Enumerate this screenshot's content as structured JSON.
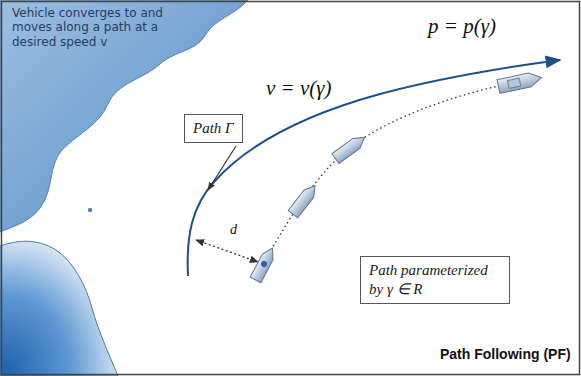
{
  "diagram": {
    "nodes": [
      {
        "text": [
          "Path Γ"
        ]
      },
      {
        "text": [
          "Path parameterized by γ ∈ R"
        ]
      }
    ],
    "labels": [
      "Vehicle converges to and moves along a path at a desired speed v",
      "p = p(γ)",
      "v = v(γ)",
      "d",
      "Path Following (PF)"
    ]
  }
}
